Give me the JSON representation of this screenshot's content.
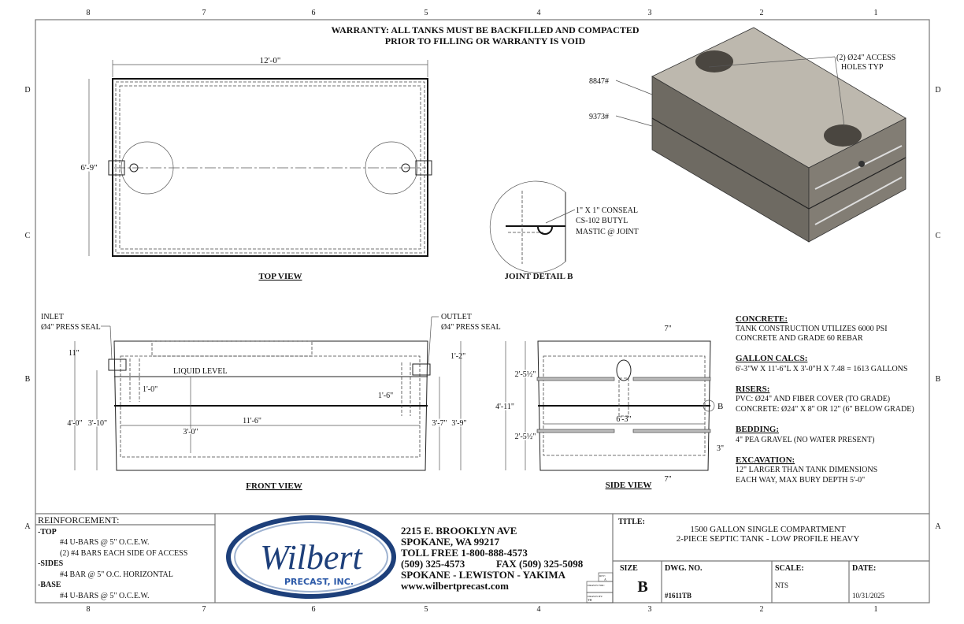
{
  "border": {
    "columns": [
      "8",
      "7",
      "6",
      "5",
      "4",
      "3",
      "2",
      "1"
    ],
    "rows": [
      "D",
      "C",
      "B",
      "A"
    ]
  },
  "warranty": {
    "line1": "WARRANTY: ALL TANKS MUST BE BACKFILLED AND COMPACTED",
    "line2": "PRIOR TO FILLING OR WARRANTY IS VOID"
  },
  "top_view": {
    "label": "TOP VIEW",
    "length": "12'-0\"",
    "width": "6'-9\""
  },
  "iso_view": {
    "access_note_1": "(2) Ø24\" ACCESS",
    "access_note_2": "HOLES TYP",
    "weight_top": "8847#",
    "weight_bottom": "9373#"
  },
  "joint_detail": {
    "label": "JOINT DETAIL B",
    "note_1": "1\" X 1\" CONSEAL",
    "note_2": "CS-102 BUTYL",
    "note_3": "MASTIC @ JOINT"
  },
  "front_view": {
    "label": "FRONT VIEW",
    "inlet": "INLET",
    "inlet_seal": "Ø4\" PRESS SEAL",
    "outlet": "OUTLET",
    "outlet_seal": "Ø4\" PRESS SEAL",
    "liquid_level": "LIQUID LEVEL",
    "dims": {
      "inlet_drop": "11\"",
      "outlet_drop": "1'-2\"",
      "inlet_tee": "1'-0\"",
      "outlet_tee": "1'-6\"",
      "inner_length": "11'-6\"",
      "liquid_depth": "3'-0\"",
      "overall_height": "4'-0\"",
      "inlet_invert": "3'-10\"",
      "outlet_invert": "3'-7\"",
      "outlet_height": "3'-9\""
    }
  },
  "side_view": {
    "label": "SIDE VIEW",
    "detail_callout": "B",
    "dims": {
      "top_wall": "7\"",
      "bottom_wall": "7\"",
      "upper_half": "2'-5½\"",
      "lower_half": "2'-5½\"",
      "overall_height": "4'-11\"",
      "inner_width": "6'-3\"",
      "side_wall": "3\""
    }
  },
  "notes": [
    {
      "heading": "CONCRETE:",
      "lines": [
        "TANK CONSTRUCTION UTILIZES 6000 PSI",
        "CONCRETE AND GRADE 60 REBAR"
      ]
    },
    {
      "heading": "GALLON CALCS:",
      "lines": [
        "6'-3\"W X 11'-6\"L X 3'-0\"H X 7.48 = 1613 GALLONS"
      ]
    },
    {
      "heading": "RISERS:",
      "lines": [
        "PVC: Ø24\" AND FIBER COVER (TO GRADE)",
        "CONCRETE: Ø24\" X 8\" OR 12\" (6\" BELOW GRADE)"
      ]
    },
    {
      "heading": "BEDDING:",
      "lines": [
        "4\" PEA GRAVEL (NO WATER PRESENT)"
      ]
    },
    {
      "heading": "EXCAVATION:",
      "lines": [
        "12\" LARGER THAN TANK DIMENSIONS",
        "EACH WAY, MAX BURY DEPTH 5'-0\""
      ]
    }
  ],
  "reinforcement": {
    "title": "REINFORCEMENT:",
    "lines": [
      "-TOP",
      "#4 U-BARS @ 5\" O.C.E.W.",
      "(2) #4 BARS EACH SIDE OF ACCESS",
      "-SIDES",
      "#4 BAR @ 5\" O.C. HORIZONTAL",
      "-BASE",
      "#4 U-BARS @ 5\" O.C.E.W."
    ]
  },
  "company": {
    "logo_name": "Wilbert",
    "logo_sub": "PRECAST, INC.",
    "address": "2215 E. BROOKLYN AVE",
    "city": "SPOKANE, WA 99217",
    "toll_free": "TOLL FREE 1-800-888-4573",
    "phone": "(509) 325-4573",
    "fax": "FAX (509) 325-5098",
    "locations": "SPOKANE - LEWISTON - YAKIMA",
    "website": "www.wilbertprecast.com",
    "rev_label": "REV:",
    "rev": "A",
    "drawn_for": "DRAWN FOR:",
    "drawn_by": "DRAWN BY:",
    "drawn_by_value": "TH"
  },
  "title_block": {
    "title_label": "TITLE:",
    "title_line1": "1500 GALLON SINGLE COMPARTMENT",
    "title_line2": "2-PIECE SEPTIC TANK - LOW PROFILE HEAVY",
    "size_label": "SIZE",
    "size": "B",
    "dwg_label": "DWG.  NO.",
    "dwg_no": "#1611TB",
    "scale_label": "SCALE:",
    "scale": "NTS",
    "date_label": "DATE:",
    "date": "10/31/2025"
  },
  "colors": {
    "logo_blue": "#1d3f7a",
    "tank_top": "#bdb8ae",
    "tank_side": "#6e6a62"
  }
}
